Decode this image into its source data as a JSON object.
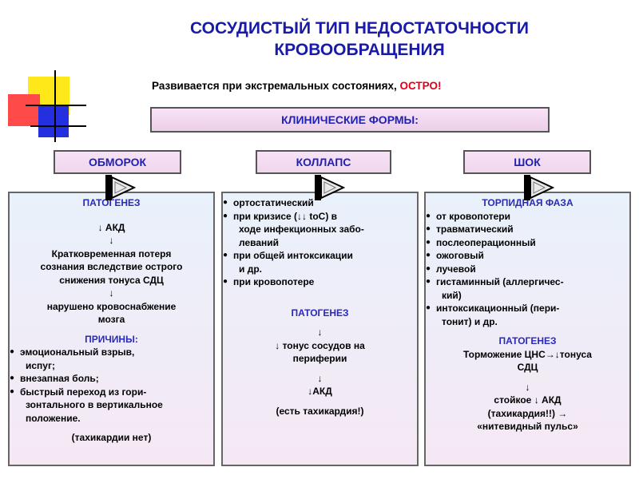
{
  "title_line1": "СОСУДИСТЫЙ ТИП НЕДОСТАТОЧНОСТИ",
  "title_line2": "КРОВООБРАЩЕНИЯ",
  "subtitle_main": "Развивается  при экстремальных состояниях, ",
  "subtitle_acute": "ОСТРО!",
  "clinical_forms": "КЛИНИЧЕСКИЕ ФОРМЫ:",
  "forms": {
    "syncope": "ОБМОРОК",
    "collapse": "КОЛЛАПС",
    "shock": "ШОК"
  },
  "syncope_panel": {
    "pathogenesis_label": "ПАТОГЕНЕЗ",
    "line_akd": "↓ АКД",
    "arrow": "↓",
    "loss_1": "Кратковременная потеря",
    "loss_2": "сознания вследствие острого",
    "loss_3": "снижения тонуса СДЦ",
    "blood_1": "нарушено кровоснабжение",
    "blood_2": "мозга",
    "causes_label": "ПРИЧИНЫ:",
    "cause1_a": "эмоциональный взрыв,",
    "cause1_b": "испуг;",
    "cause2": "внезапная боль;",
    "cause3_a": "быстрый переход из гори-",
    "cause3_b": "зонтального в вертикальное",
    "cause3_c": "положение.",
    "note": "(тахикардии нет)"
  },
  "collapse_panel": {
    "item1": "ортостатический",
    "item2_a": "при кризисе (↓↓ toC) в",
    "item2_b": "ходе инфекционных забо-",
    "item2_c": "леваний",
    "item3_a": "при общей интоксикации",
    "item3_b": "и  др.",
    "item4": "при кровопотере",
    "pathogenesis_label": "ПАТОГЕНЕЗ",
    "arrow": "↓",
    "tone_1": "↓ тонус сосудов на",
    "tone_2": "периферии",
    "akd": "↓АКД",
    "note": "(есть тахикардия!)"
  },
  "shock_panel": {
    "phase_label": "ТОРПИДНАЯ ФАЗА",
    "item1": "от кровопотери",
    "item2": "травматический",
    "item3": "послеоперационный",
    "item4": "ожоговый",
    "item5": "лучевой",
    "item6_a": "гистаминный (аллергичес-",
    "item6_b": "кий)",
    "item7_a": "интоксикационный (пери-",
    "item7_b": "тонит) и др.",
    "pathogenesis_label": "ПАТОГЕНЕЗ",
    "cns_1": "Торможение ЦНС→↓тонуса",
    "cns_2": "СДЦ",
    "arrow": "↓",
    "akd_1": "стойкое ↓ АКД",
    "akd_2": "(тахикардия!!) →",
    "akd_3": "«нитевидный пульс»"
  },
  "colors": {
    "title": "#1a1aa8",
    "accent_red": "#e0001a",
    "deco_yellow": "#ffe81a",
    "deco_red": "#ff3b3b",
    "deco_blue": "#2430e0"
  },
  "icons": [
    "pointer-arrow-icon"
  ]
}
